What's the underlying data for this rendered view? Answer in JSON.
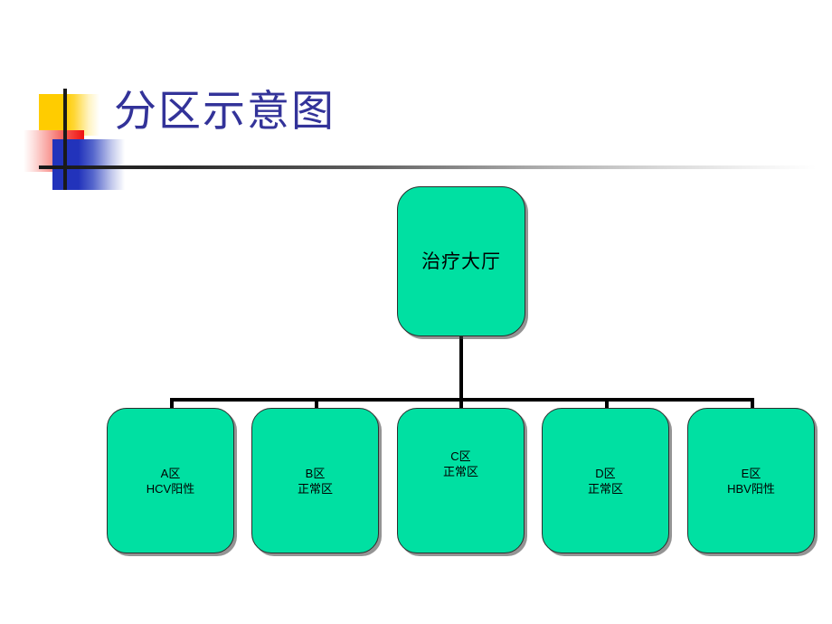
{
  "slide": {
    "title": "分区示意图",
    "title_color": "#333399",
    "background": "#ffffff"
  },
  "decoration": {
    "yellow_square": "#ffcc00",
    "red_square": "#ee1111",
    "blue_square": "#2233bb",
    "rule_color": "#171717"
  },
  "diagram": {
    "type": "org-chart",
    "node_fill": "#00e0a2",
    "node_border": "#2d2d2d",
    "connector_color": "#000000",
    "root": {
      "id": "root",
      "label": "治疗大厅"
    },
    "children": [
      {
        "id": "a",
        "zone": "A区",
        "status": "HCV阳性",
        "label": "A区\nHCV阳性"
      },
      {
        "id": "b",
        "zone": "B区",
        "status": "正常区",
        "label": "B区\n正常区"
      },
      {
        "id": "c",
        "zone": "C区",
        "status": "正常区",
        "label": "C区\n正常区"
      },
      {
        "id": "d",
        "zone": "D区",
        "status": "正常区",
        "label": "D区\n正常区"
      },
      {
        "id": "e",
        "zone": "E区",
        "status": "HBV阳性",
        "label": "E区\nHBV阳性"
      }
    ]
  }
}
